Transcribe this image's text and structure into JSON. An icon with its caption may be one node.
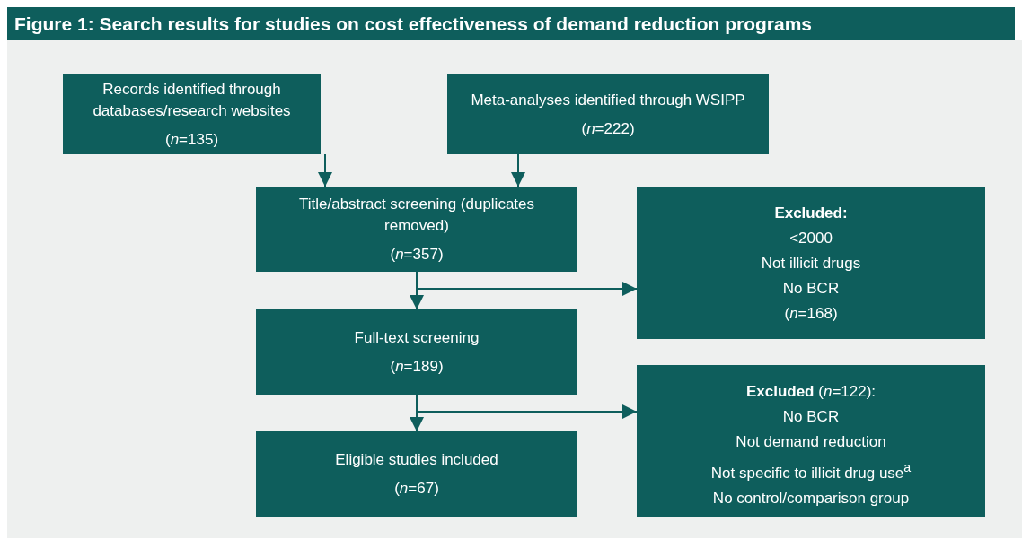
{
  "diagram": {
    "title": "Figure 1: Search results for studies on cost effectiveness of demand reduction programs",
    "nodes": [
      {
        "text": [
          "Records identified through databases/research websites",
          "(*n*=135)"
        ]
      },
      {
        "text": [
          "Meta-analyses identified through WSIPP",
          "(*n*=222)"
        ]
      },
      {
        "text": [
          "Title/abstract screening (duplicates removed)",
          "(*n*=357)"
        ]
      },
      {
        "text": [
          "Excluded:",
          "<2000",
          "Not illicit drugs",
          "No BCR",
          "(*n*=168)"
        ]
      },
      {
        "text": [
          "Full-text screening",
          "(*n*=189)"
        ]
      },
      {
        "text": [
          "Eligible studies included",
          "(*n*=67)"
        ]
      },
      {
        "text": [
          "**Excluded** (*n*=122):",
          "No BCR",
          "Not demand reduction",
          "Not specific to illicit drug use$^{a}$",
          "No control/comparison group"
        ]
      }
    ],
    "edges": [
      {
        "from": 0,
        "to": 2,
        "arrow": "to"
      },
      {
        "from": 1,
        "to": 2,
        "arrow": "to"
      },
      {
        "from": 2,
        "to": 4,
        "arrow": "to"
      },
      {
        "from": 2,
        "to": 3,
        "arrow": "to"
      },
      {
        "from": 4,
        "to": 5,
        "arrow": "to"
      },
      {
        "from": 4,
        "to": 6,
        "arrow": "to"
      }
    ]
  }
}
